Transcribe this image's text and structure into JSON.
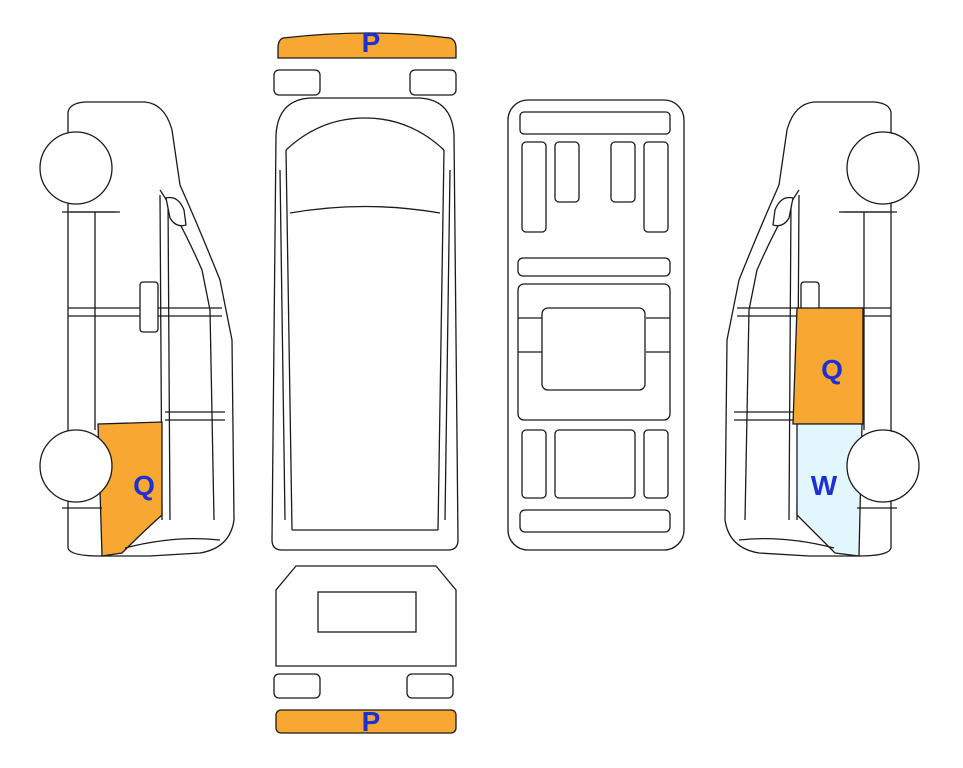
{
  "colors": {
    "damage_q": "#f7a832",
    "damage_p": "#f7a832",
    "damage_w": "#e2f6fd",
    "label": "#1f2fd6",
    "outline": "#1a1a1a"
  },
  "labels": {
    "front_bumper": "P",
    "rear_bumper": "P",
    "left_rear": "Q",
    "right_rear_upper": "Q",
    "right_rear_lower": "W"
  }
}
